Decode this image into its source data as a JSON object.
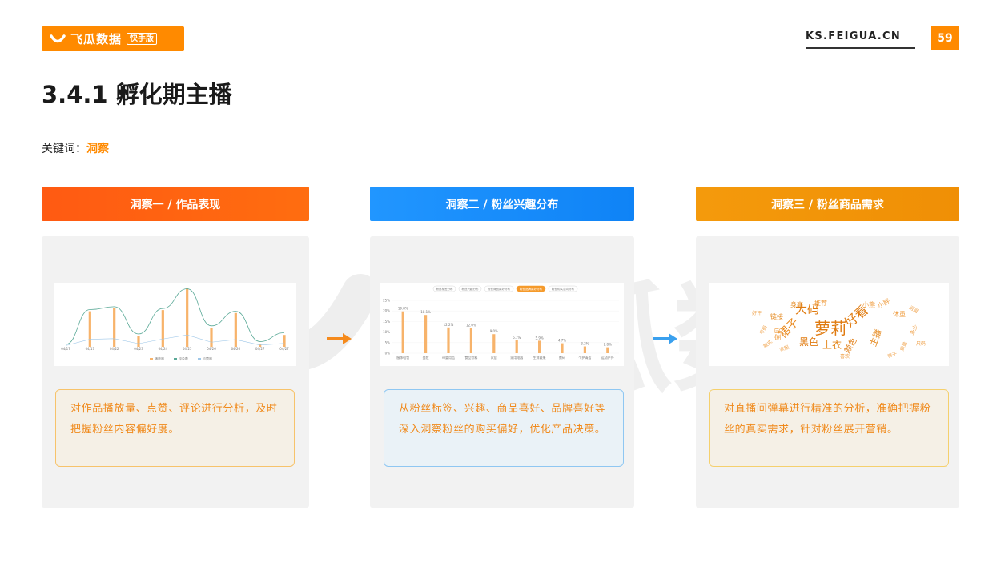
{
  "brand": {
    "name": "飞瓜数据",
    "badge": "快手版",
    "accent": "#ff8a00"
  },
  "header": {
    "site": "KS.FEIGUA.CN",
    "page_number": "59"
  },
  "title": "3.4.1 孵化期主播",
  "keyword": {
    "label": "关键词：",
    "value": "洞察"
  },
  "cards": [
    {
      "header": "洞察一 / 作品表现",
      "color": "#ff6410",
      "note": "对作品播放量、点赞、评论进行分析，及时把握粉丝内容偏好度。"
    },
    {
      "header": "洞察二 / 粉丝兴趣分布",
      "color": "#1a8cfb",
      "note": "从粉丝标签、兴趣、商品喜好、品牌喜好等深入洞察粉丝的购买偏好，优化产品决策。"
    },
    {
      "header": "洞察三 / 粉丝商品需求",
      "color": "#f2950a",
      "note": "对直播间弹幕进行精准的分析，准确把握粉丝的真实需求，针对粉丝展开营销。"
    }
  ],
  "chart_data": [
    {
      "type": "bar",
      "categories": [
        "04/17",
        "04/17",
        "04/22",
        "04/23",
        "04/24",
        "04/25",
        "04/26",
        "04/26",
        "04/27",
        "04/27"
      ],
      "series": [
        {
          "name": "播放量",
          "values": [
            0,
            60,
            65,
            18,
            62,
            100,
            32,
            57,
            5,
            20
          ]
        },
        {
          "name": "评论数",
          "values": [
            0,
            60,
            65,
            18,
            62,
            100,
            32,
            57,
            5,
            20
          ]
        },
        {
          "name": "点赞量",
          "values": [
            0,
            60,
            65,
            18,
            62,
            100,
            32,
            57,
            5,
            20
          ]
        }
      ]
    },
    {
      "type": "bar",
      "tabs": [
        "粉丝标签分布",
        "粉丝兴趣分布",
        "粉丝商品喜好分布",
        "粉丝品牌喜好分布",
        "粉丝购买意向分布"
      ],
      "active_tab": 3,
      "categories": [
        "服饰鞋包",
        "美妆",
        "母婴用品",
        "食品饮料",
        "家居",
        "家用电器",
        "生鲜蔬果",
        "数码",
        "个护清洁",
        "运动户外"
      ],
      "values": [
        19.8,
        18.1,
        12.2,
        12.0,
        9.0,
        6.1,
        5.9,
        4.7,
        3.2,
        2.8
      ],
      "value_labels": [
        "19.8%",
        "18.1%",
        "12.2%",
        "12.0%",
        "9.0%",
        "6.1%",
        "5.9%",
        "4.7%",
        "3.2%",
        "2.8%"
      ],
      "y_ticks": [
        "0%",
        "5%",
        "10%",
        "15%",
        "20%",
        "25%"
      ],
      "ylim": [
        0,
        25
      ]
    }
  ],
  "word_cloud": {
    "words": [
      "萝莉",
      "大码",
      "裙子",
      "好看",
      "黑色",
      "上衣",
      "小熊",
      "推荐",
      "身高",
      "链接",
      "颜色",
      "主播",
      "体重",
      "小胖",
      "宝贝",
      "多少",
      "号码",
      "质量",
      "款式",
      "衣服",
      "裤子",
      "姐姐",
      "喜欢",
      "好评",
      "尺码"
    ]
  },
  "colors": {
    "orange_text": "#f08a1c",
    "bar_orange": "#f7b36b",
    "line_teal": "#5aa997",
    "arrow_orange": "#f58a1c",
    "arrow_blue": "#3aa0ee"
  }
}
